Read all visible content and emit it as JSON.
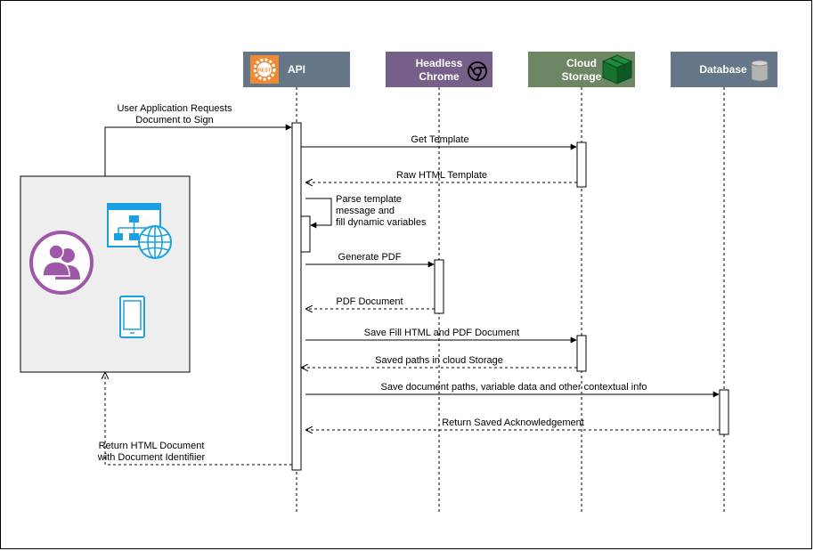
{
  "participants": {
    "api": {
      "label": "API",
      "color": "#647687",
      "icon": "rest-gear-icon"
    },
    "chrome": {
      "label_line1": "Headless",
      "label_line2": "Chrome",
      "color": "#76608a",
      "icon": "chrome-icon"
    },
    "cloud": {
      "label_line1": "Cloud",
      "label_line2": "Storage",
      "color": "#6d8764",
      "icon": "cube-icon"
    },
    "database": {
      "label": "Database",
      "color": "#647687",
      "icon": "database-cylinder-icon"
    }
  },
  "icons": {
    "rest_badge": "REST"
  },
  "client": {
    "box_color": "#eeeeee",
    "icons": [
      "users-icon",
      "web-sitemap-icon",
      "globe-icon",
      "mobile-phone-icon"
    ],
    "accent_purple": "#9e58a8",
    "accent_blue": "#1ba1e2"
  },
  "messages": {
    "m1_line1": "User Application Requests",
    "m1_line2": "Document to Sign",
    "m2": "Get Template",
    "m3": "Raw HTML Template",
    "m4_line1": "Parse template",
    "m4_line2": "message and",
    "m4_line3": "fill dynamic variables",
    "m5": "Generate PDF",
    "m6": "PDF Document",
    "m7": "Save Fill HTML and PDF Document",
    "m8": "Saved paths in cloud Storage",
    "m9": "Save document paths, variable data and other contextual info",
    "m10": "Return Saved Acknowledgement",
    "m11_line1": "Return HTML Document",
    "m11_line2": "with Document Identifiier"
  }
}
